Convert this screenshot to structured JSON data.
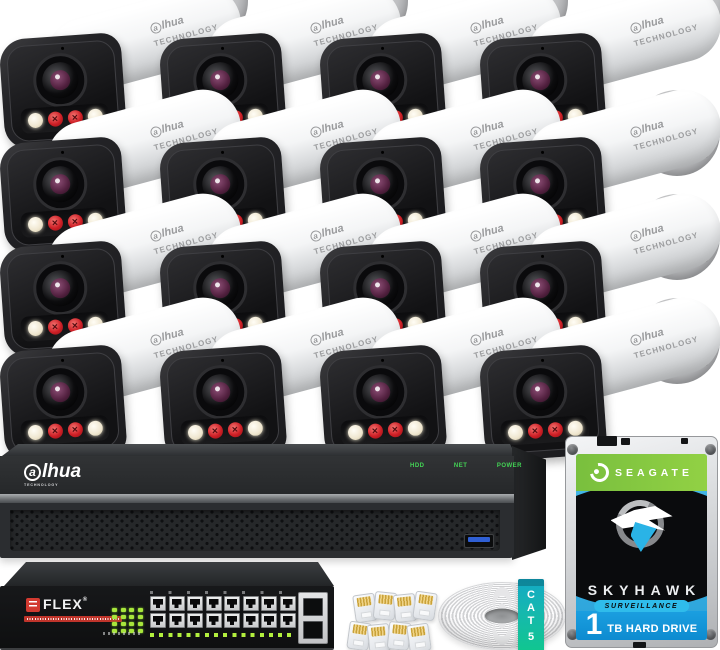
{
  "cameras": {
    "count": 16,
    "rows": 4,
    "cols": 4,
    "brand_first": "a",
    "brand_rest": "lhua",
    "brand_sub": "TECHNOLOGY",
    "colors": {
      "body": "#f4f5f6",
      "head": "#1f1f22",
      "led_red": "#ce1f26",
      "led_white": "#f7f2e6",
      "mount": "#bfc0c2"
    }
  },
  "nvr": {
    "brand_first": "a",
    "brand_rest": "lhua",
    "brand_sub": "TECHNOLOGY",
    "led_labels": [
      "HDD",
      "NET",
      "POWER"
    ],
    "led_color": "#4be65b",
    "body_color": "#2b2d30"
  },
  "poe_switch": {
    "brand": "FLEX",
    "reg": "®",
    "port_count": 16,
    "uplink_count": 2,
    "accent_red": "#d23a30",
    "led_color": "#a8e63c"
  },
  "rj45_connectors": {
    "count": 8
  },
  "cable": {
    "band_letters": [
      "C",
      "A",
      "T",
      "5"
    ],
    "band_color_top": "#13a9c6",
    "band_color_bottom": "#10c78e"
  },
  "hard_drive": {
    "brand": "SEAGATE",
    "model": "SKYHAWK",
    "badge": "SURVEILLANCE",
    "capacity": "1",
    "capacity_unit": "TB HARD DRIVE",
    "band_green": "#85c641",
    "label_blue": "#2aa3da",
    "bottom_blue": "#148fd3",
    "badge_cyan": "#2fbceb"
  }
}
